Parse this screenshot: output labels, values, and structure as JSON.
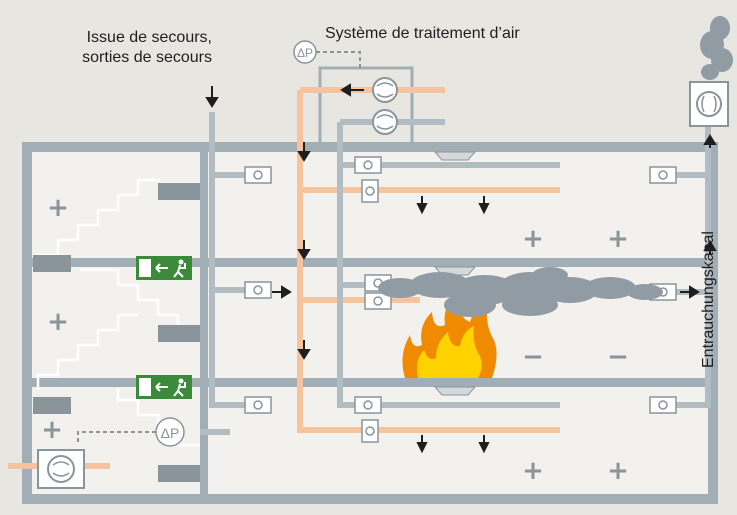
{
  "labels": {
    "escape_line1": "Issue de secours,",
    "escape_line2": "sorties de secours",
    "hvac": "Système de traitement d’air",
    "smoke_channel": "Entrauchungskanal"
  },
  "symbols": {
    "pressure_sensor_text": "ΔP",
    "plus_sign": "+",
    "minus_sign": "−"
  },
  "icons": [
    "exit-sign-icon",
    "fan-icon",
    "smoke-detector-icon",
    "damper-icon",
    "fire-icon",
    "smoke-cloud-icon",
    "airflow-arrow-icon"
  ],
  "colors": {
    "background": "#e8e6e1",
    "building_wall": "#a2aeb6",
    "supply_duct": "#f5c49e",
    "exhaust_duct": "#b2bcc3",
    "exit_sign": "#3a8a3a",
    "smoke": "#909ba3",
    "fire_outer": "#f08a00",
    "fire_inner": "#ffd200"
  }
}
